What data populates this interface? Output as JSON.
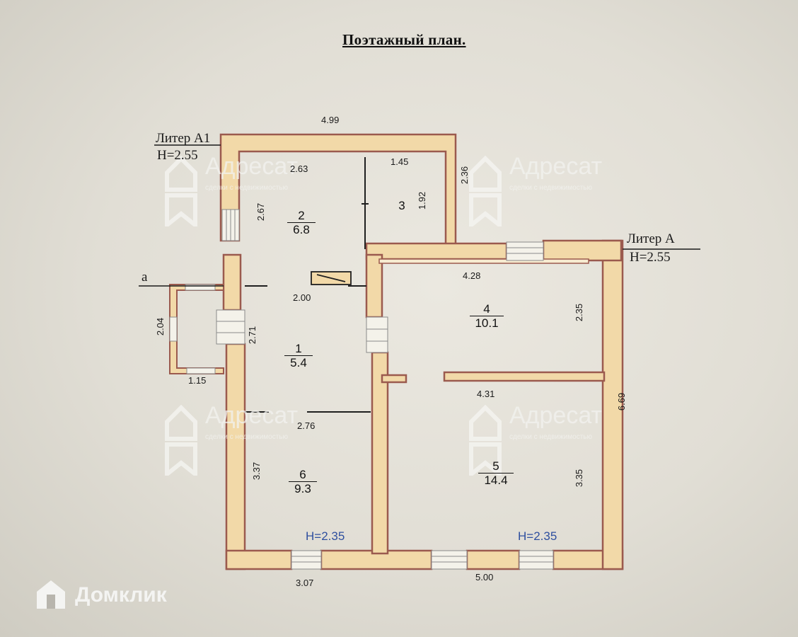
{
  "title": "Поэтажный план.",
  "liters": [
    {
      "name": "Литер А1",
      "height": "Н=2.55"
    },
    {
      "name": "Литер А",
      "height": "Н=2.55"
    }
  ],
  "entrance_mark": "а",
  "rooms": [
    {
      "number": "1",
      "area": "5.4"
    },
    {
      "number": "2",
      "area": "6.8"
    },
    {
      "number": "3",
      "area": ""
    },
    {
      "number": "4",
      "area": "10.1"
    },
    {
      "number": "5",
      "area": "14.4"
    },
    {
      "number": "6",
      "area": "9.3"
    }
  ],
  "dimensions": {
    "top_overall": "4.99",
    "r2_width": "2.63",
    "r3_width": "1.45",
    "r2_height": "2.67",
    "r3_height": "1.92",
    "wall_236": "2.36",
    "r1_width": "2.00",
    "r1_height": "2.71",
    "porch_height": "2.04",
    "porch_width": "1.15",
    "r4_width": "4.28",
    "r4_height": "2.35",
    "r5_width": "4.31",
    "r5_height": "3.35",
    "right_overall": "6.69",
    "r6_width": "2.76",
    "r6_height": "3.37",
    "bottom_left": "3.07",
    "bottom_right": "5.00"
  },
  "ceiling_heights": [
    "Н=2.35",
    "Н=2.35"
  ],
  "watermarks": {
    "name": "Адресат",
    "subtitle": "сделки с недвижимостью"
  },
  "brand": "Домклик",
  "colors": {
    "wall_fill": "#f2d9a8",
    "wall_stroke": "#9b5a4e",
    "label_blue": "#2f4f9f"
  }
}
